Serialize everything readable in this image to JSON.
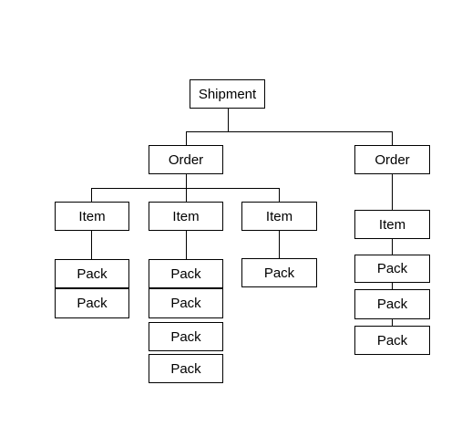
{
  "diagram": {
    "root": {
      "label": "Shipment"
    },
    "orders": [
      {
        "label": "Order",
        "items": [
          {
            "label": "Item",
            "packs": [
              "Pack",
              "Pack"
            ]
          },
          {
            "label": "Item",
            "packs": [
              "Pack",
              "Pack",
              "Pack",
              "Pack"
            ]
          },
          {
            "label": "Item",
            "packs": [
              "Pack"
            ]
          }
        ]
      },
      {
        "label": "Order",
        "items": [
          {
            "label": "Item",
            "packs": [
              "Pack",
              "Pack",
              "Pack"
            ]
          }
        ]
      }
    ],
    "colors": {
      "border": "#000000",
      "background": "#ffffff",
      "text": "#000000"
    }
  }
}
